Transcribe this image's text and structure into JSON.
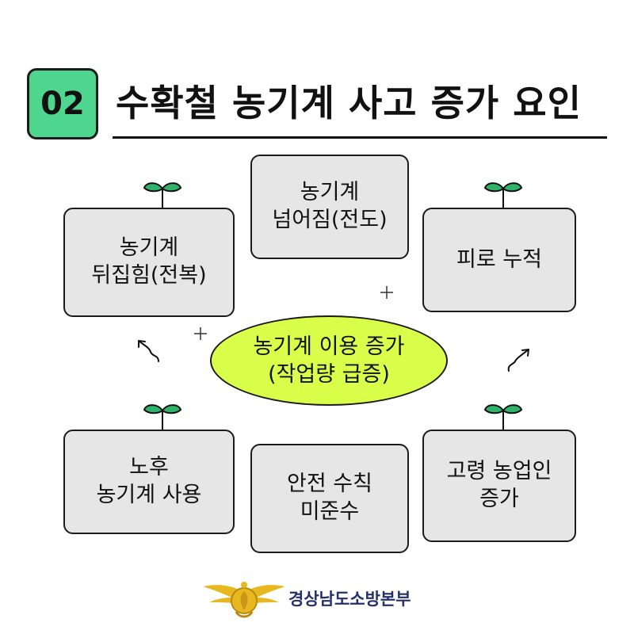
{
  "header": {
    "number": "02",
    "title": "수확철 농기계 사고 증가 요인"
  },
  "center": {
    "text": "농기계 이용 증가\n(작업량 급증)"
  },
  "cards": {
    "overturn": "농기계\n뒤집힘(전복)",
    "tipover": "농기계\n넘어짐(전도)",
    "fatigue": "피로 누적",
    "old_machines": "노후\n농기계 사용",
    "safety": "안전 수칙\n미준수",
    "aging": "고령 농업인\n증가"
  },
  "footer": {
    "organization": "경상남도소방본부"
  },
  "colors": {
    "badge": "#4ed68f",
    "center": "#d9ff4a",
    "card": "#e6e6e6",
    "sprout": "#2fb36b",
    "logo": "#e8b820",
    "org_text": "#25306a"
  }
}
